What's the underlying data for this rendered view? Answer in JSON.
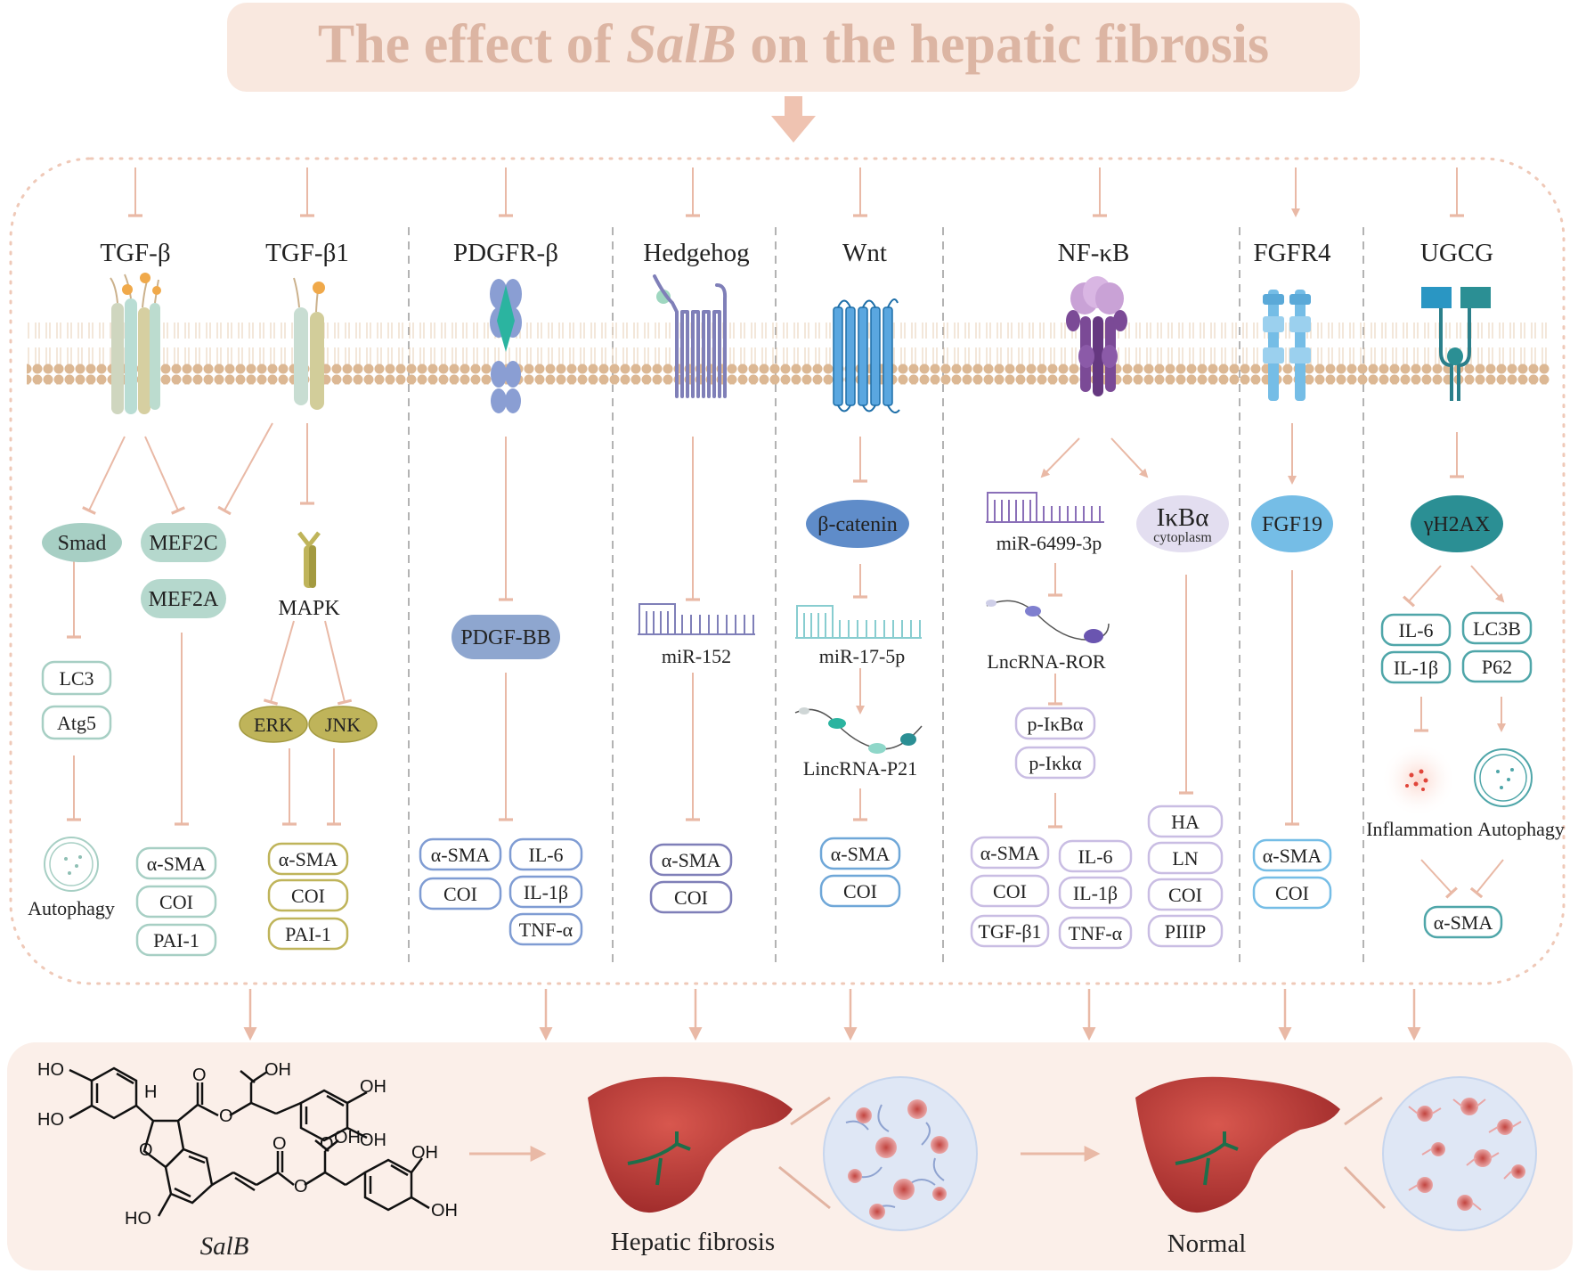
{
  "title": {
    "prefix": "The effect of ",
    "italic": "SalB",
    "suffix": " on the hepatic fibrosis"
  },
  "pathways": {
    "tgfb": "TGF-β",
    "tgfb1": "TGF-β1",
    "pdgfrb": "PDGFR-β",
    "hedgehog": "Hedgehog",
    "wnt": "Wnt",
    "nfkb": "NF-κB",
    "fgfr4": "FGFR4",
    "ugcg": "UGCG"
  },
  "nodes": {
    "smad": "Smad",
    "mef2c": "MEF2C",
    "mef2a": "MEF2A",
    "mapk": "MAPK",
    "erk": "ERK",
    "jnk": "JNK",
    "lc3": "LC3",
    "atg5": "Atg5",
    "autophagy": "Autophagy",
    "pdgfbb": "PDGF-BB",
    "mir152": "miR-152",
    "bcatenin": "β-catenin",
    "mir17": "miR-17-5p",
    "lincp21": "LincRNA-P21",
    "mir6499": "miR-6499-3p",
    "lncror": "LncRNA-ROR",
    "pikba": "p-IκBα",
    "pikka": "p-Iκkα",
    "ikba": "IκBα",
    "cytoplasm": "cytoplasm",
    "fgf19": "FGF19",
    "gh2ax": "γH2AX",
    "il6": "IL-6",
    "il1b": "IL-1β",
    "lc3b": "LC3B",
    "p62": "P62",
    "inflammation": "Inflammation",
    "autophagy2": "Autophagy",
    "asma_ugcg": "α-SMA"
  },
  "outputs": {
    "mef": [
      "α-SMA",
      "COI",
      "PAI-1"
    ],
    "mapk": [
      "α-SMA",
      "COI",
      "PAI-1"
    ],
    "pdgf_left": [
      "α-SMA",
      "COI"
    ],
    "pdgf_right": [
      "IL-6",
      "IL-1β",
      "TNF-α"
    ],
    "hedgehog": [
      "α-SMA",
      "COI"
    ],
    "wnt": [
      "α-SMA",
      "COI"
    ],
    "nfkb_left": [
      "α-SMA",
      "COI",
      "TGF-β1"
    ],
    "nfkb_mid": [
      "IL-6",
      "IL-1β",
      "TNF-α"
    ],
    "nfkb_right": [
      "HA",
      "LN",
      "COI",
      "PIIIP"
    ],
    "fgfr4": [
      "α-SMA",
      "COI"
    ]
  },
  "bottom": {
    "salb": "SalB",
    "fibrosis": "Hepatic fibrosis",
    "normal": "Normal",
    "chem": {
      "ho1": "HO",
      "ho2": "HO",
      "h": "H",
      "o1": "O",
      "o2": "O",
      "ho_cooh1": "O",
      "oh_acid1": "OH",
      "oh1": "OH",
      "oh2": "OH",
      "ho3": "HO",
      "o3": "O",
      "o4": "O",
      "o5": "O",
      "oh_acid2": "OH",
      "oh3": "OH",
      "oh4": "OH"
    }
  },
  "colors": {
    "title_bg": "#f9e8df",
    "title_text": "#dcb5a3",
    "arrow": "#e9b9a6",
    "membrane": "#e2c29d",
    "bottom_bg": "#fbefe9",
    "smad": "#a7cfc4",
    "mapk": "#bfb45a",
    "pdgf": "#8ea6cf",
    "hedgehog": "#7f7fb8",
    "wnt": "#7fa3cf",
    "nfkb": "#7b4a96",
    "fgfr4": "#75bde6",
    "ugcg": "#2b8f94"
  }
}
